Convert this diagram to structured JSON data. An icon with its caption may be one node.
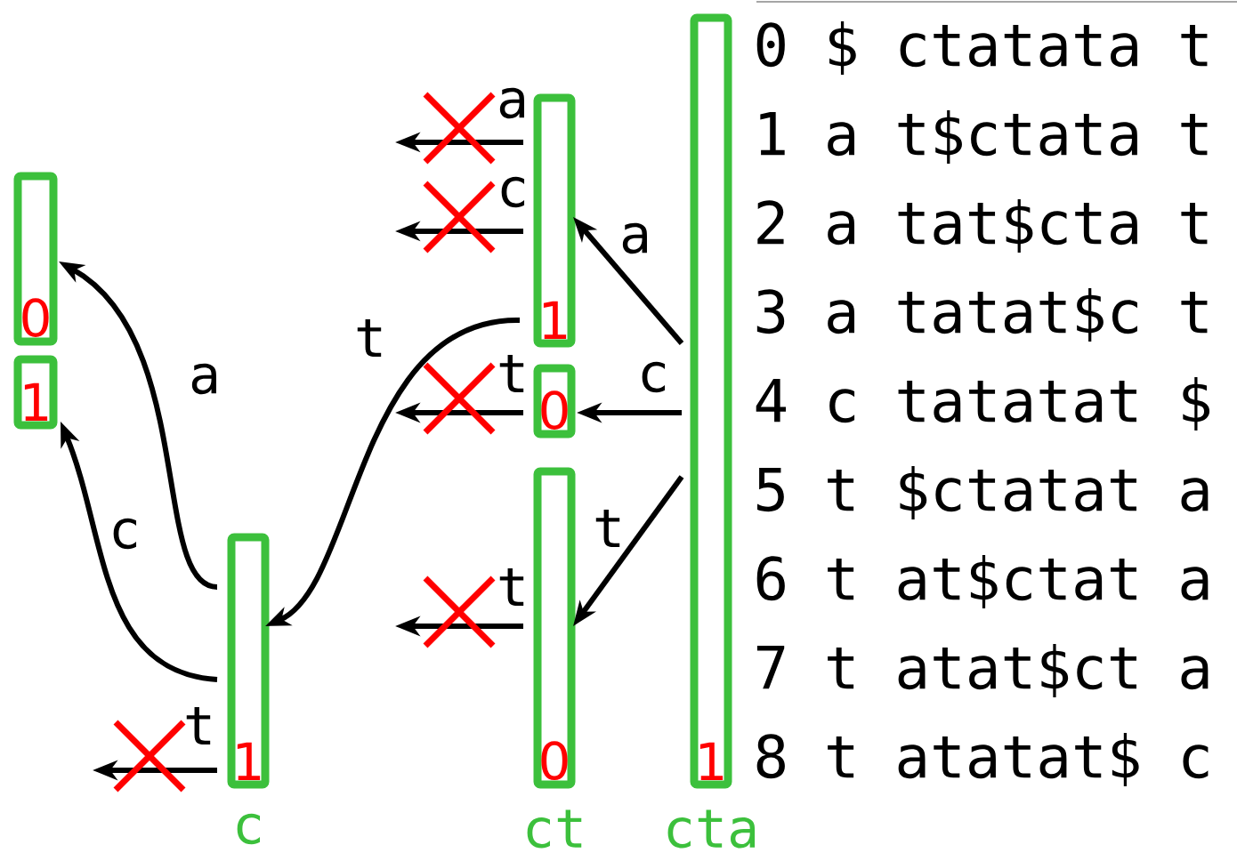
{
  "diagram": {
    "nodes": [
      {
        "text": [
          "1"
        ],
        "beside": [
          "cta"
        ]
      },
      {
        "text": [
          "1"
        ]
      },
      {
        "text": [
          "0"
        ]
      },
      {
        "text": [
          "0"
        ],
        "beside": [
          "ct"
        ]
      },
      {
        "text": [
          "1"
        ],
        "beside": [
          "c"
        ]
      },
      {
        "text": [
          "0"
        ]
      },
      {
        "text": [
          "1"
        ]
      }
    ],
    "edges": [
      {
        "from": 0,
        "to": 1,
        "arrow": "to",
        "label": "a"
      },
      {
        "from": 0,
        "to": 2,
        "arrow": "to",
        "label": "c"
      },
      {
        "from": 0,
        "to": 3,
        "arrow": "to",
        "label": "t"
      },
      {
        "from": 1,
        "to": 4,
        "arrow": "to",
        "label": "t"
      },
      {
        "from": 4,
        "to": 5,
        "arrow": "to",
        "label": "a"
      },
      {
        "from": 4,
        "to": 6,
        "arrow": "to",
        "label": "c"
      },
      {
        "from": 1,
        "to": null,
        "arrow": "to",
        "label": "a",
        "color": "#ff0000"
      },
      {
        "from": 1,
        "to": null,
        "arrow": "to",
        "label": "c",
        "color": "#ff0000"
      },
      {
        "from": 2,
        "to": null,
        "arrow": "to",
        "label": "t",
        "color": "#ff0000"
      },
      {
        "from": 3,
        "to": null,
        "arrow": "to",
        "label": "t",
        "color": "#ff0000"
      },
      {
        "from": 4,
        "to": null,
        "arrow": "to",
        "label": "t",
        "color": "#ff0000"
      }
    ],
    "labels": [
      "0 $ ctatata t",
      "1 a t$ctata t",
      "2 a tat$cta t",
      "3 a tatat$c t",
      "4 c tatatat $",
      "5 t $ctatat a",
      "6 t at$ctat a",
      "7 t atat$ct a",
      "8 t atatat$ c"
    ]
  }
}
